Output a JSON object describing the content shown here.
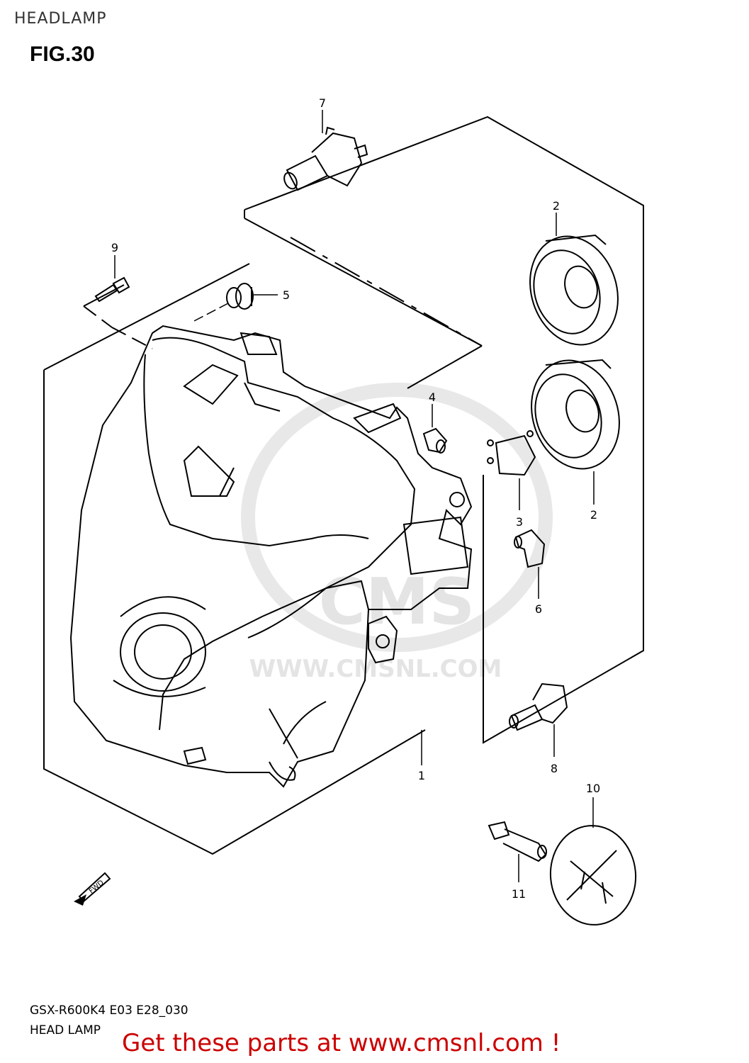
{
  "header": {
    "title": "HEADLAMP",
    "figure": "FIG.30"
  },
  "watermark": {
    "logo": "CMS",
    "url": "WWW.CMSNL.COM"
  },
  "callouts": [
    {
      "id": "1",
      "label": "1"
    },
    {
      "id": "2a",
      "label": "2"
    },
    {
      "id": "2b",
      "label": "2"
    },
    {
      "id": "3",
      "label": "3"
    },
    {
      "id": "4",
      "label": "4"
    },
    {
      "id": "5",
      "label": "5"
    },
    {
      "id": "6",
      "label": "6"
    },
    {
      "id": "7",
      "label": "7"
    },
    {
      "id": "8",
      "label": "8"
    },
    {
      "id": "9",
      "label": "9"
    },
    {
      "id": "10",
      "label": "10"
    },
    {
      "id": "11",
      "label": "11"
    }
  ],
  "direction_marker": {
    "label": "FWD"
  },
  "footer": {
    "code": "GSX-R600K4 E03 E28_030",
    "name": "HEAD LAMP"
  },
  "promo": {
    "text": "Get these parts at www.cmsnl.com !",
    "color": "#cc0000"
  }
}
